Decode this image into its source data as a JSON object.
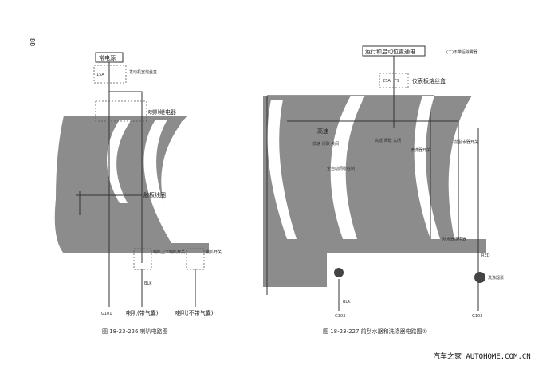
{
  "page_number": "88",
  "left_diagram": {
    "power_source": "常电源",
    "fuse_box": "发动机室熔丝盒",
    "fuse_rating": "15A",
    "relay": "喇叭继电器",
    "coil": "触板线圈",
    "switch_1": "喇叭上下喇叭开关",
    "switch_2": "喇叭开关",
    "ground": "G101",
    "horn_with_airbag": "喇叭(带气囊)",
    "horn_without_airbag": "喇叭(不带气囊)",
    "wire_blk": "BLK",
    "caption": "图 18-23-226  喇叭电路图"
  },
  "right_diagram": {
    "power_source": "运行和启动位置通电",
    "variant_note": "(二)不带后除雾器",
    "fuse_box": "仪表板熔丝盒",
    "fuse_rating": "25A",
    "fuse_id": "F9",
    "high": "高速",
    "low_off": "低速 间歇 关闭",
    "high_low": "高低 间歇 关闭",
    "washer_switch": "喷洗器开关",
    "wiper_switch": "前刮水器开关",
    "delay_control": "全自动间歇控制",
    "relay": "刮水器继电器",
    "washer_pump": "洗涤器泵",
    "wire_red": "RED",
    "wire_blk": "BLK",
    "ground_1": "G303",
    "ground_2": "G103",
    "caption": "图 18-23-227  前刮水器和洗涤器电路图①"
  },
  "watermark": "汽车之家  AUTOHOME.COM.CN"
}
